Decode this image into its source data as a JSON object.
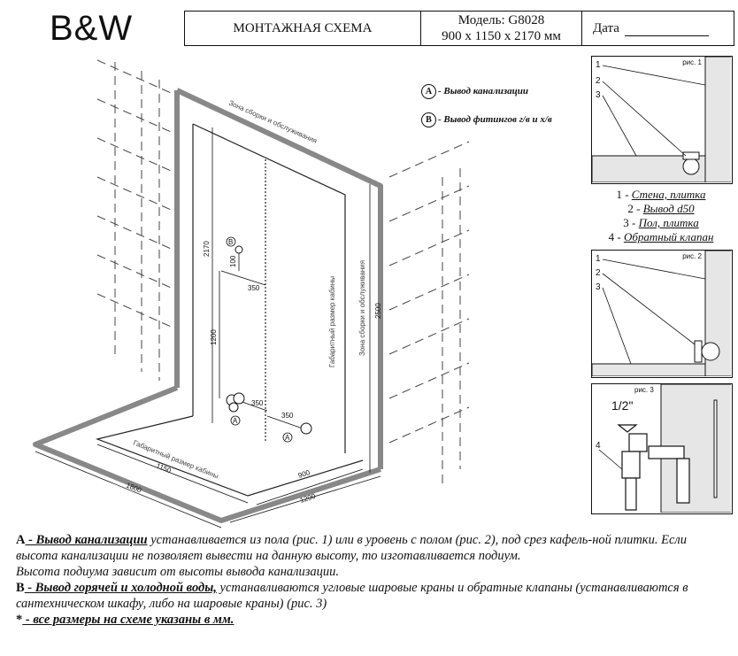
{
  "header": {
    "logo": "B&W",
    "title": "МОНТАЖНАЯ СХЕМА",
    "model_line": "Модель: G8028",
    "size_line": "900 x 1150 x 2170 мм",
    "date_label": "Дата"
  },
  "legend": {
    "a_letter": "A",
    "a_text": "- Вывод канализации",
    "b_letter": "B",
    "b_text": "- Вывод фитингов г/в и х/в"
  },
  "diagram": {
    "zone_top": "Зона сборки и обслуживания",
    "zone_side": "Зона сборки и обслуживания",
    "gabarit_side": "Габаритный размер кабины",
    "gabarit_floor": "Габаритный размер кабины",
    "dim_2170": "2170",
    "dim_2500": "2500",
    "dim_100": "100",
    "dim_350_top": "350",
    "dim_1200_v": "1200",
    "dim_350_a": "350",
    "dim_350_b": "350",
    "dim_1150": "1150",
    "dim_900": "900",
    "dim_1800": "1800",
    "dim_1200_h": "1200",
    "marker_a1": "A",
    "marker_a2": "A",
    "marker_b": "B"
  },
  "figures": {
    "fig1_label": "рис. 1",
    "fig2_label": "рис. 2",
    "fig3_label": "рис. 3",
    "fig3_size": "1/2\"",
    "n1": "1",
    "n2": "2",
    "n3": "3",
    "n1b": "1",
    "n2b": "2",
    "n3b": "3",
    "n4": "4"
  },
  "key": [
    {
      "num": "1 - ",
      "text": "Стена, плитка"
    },
    {
      "num": "2 - ",
      "text": "Вывод d50"
    },
    {
      "num": "3 - ",
      "text": "Пол, плитка"
    },
    {
      "num": "4 - ",
      "text": "Обратный клапан"
    }
  ],
  "notes": {
    "a_letter": "A",
    "a_head": " - Вывод канализации",
    "a_text": " устанавливается из пола (рис. 1) или в уровень с полом (рис. 2), под срез кафель-ной плитки. Если высота канализации не позволяет вывести на данную высоту, то изготавливается подиум.",
    "line2": "Высота подиума зависит от высоты вывода канализации.",
    "b_letter": "B",
    "b_head": " - Вывод горячей и холодной воды,",
    "b_text": " устанавливаются угловые шаровые краны и обратные клапаны (устанавливаются в сантехническом шкафу, либо на шаровые краны) (рис. 3)",
    "star": "*",
    "star_text": " - все размеры на схеме указаны в мм."
  }
}
